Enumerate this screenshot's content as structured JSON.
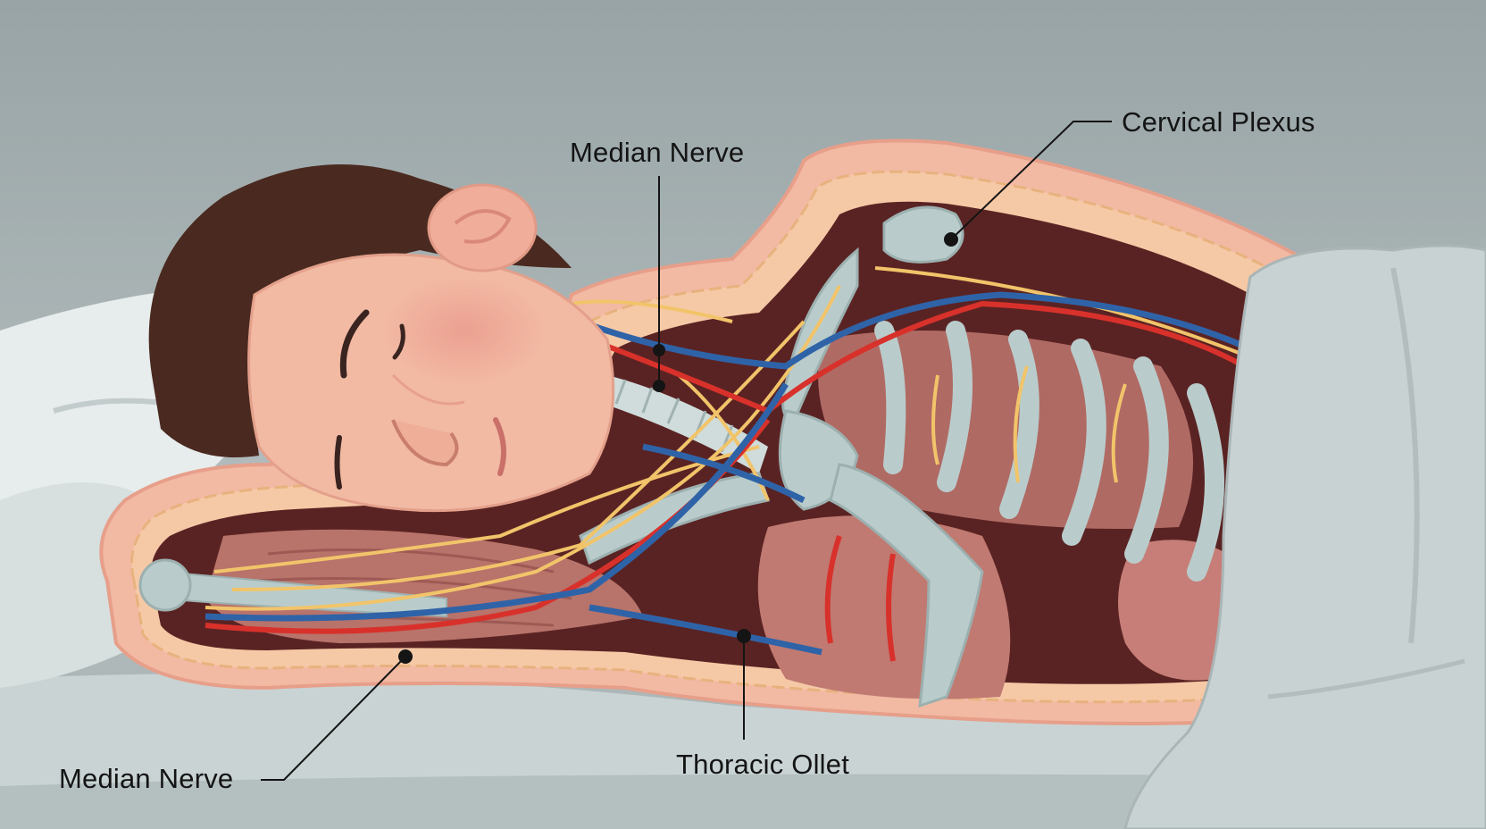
{
  "labels": {
    "median_nerve_top": "Median Nerve",
    "cervical_plexus": "Cervical Plexus",
    "median_nerve_bottom": "Median Nerve",
    "thoracic_outlet": "Thoracic Ollet"
  },
  "colors": {
    "background": "#a7b1b3",
    "skin": "#f2b9a3",
    "hair": "#4a2a20",
    "bone": "#b9cccb",
    "muscle": "#b06a64",
    "cavity": "#3d1a1a",
    "nerve": "#f2c46a",
    "artery": "#d8312b",
    "vein": "#2f63a8",
    "sheet": "#c8d2d3",
    "pillow": "#e6ebeb",
    "leader_line": "#141414"
  }
}
